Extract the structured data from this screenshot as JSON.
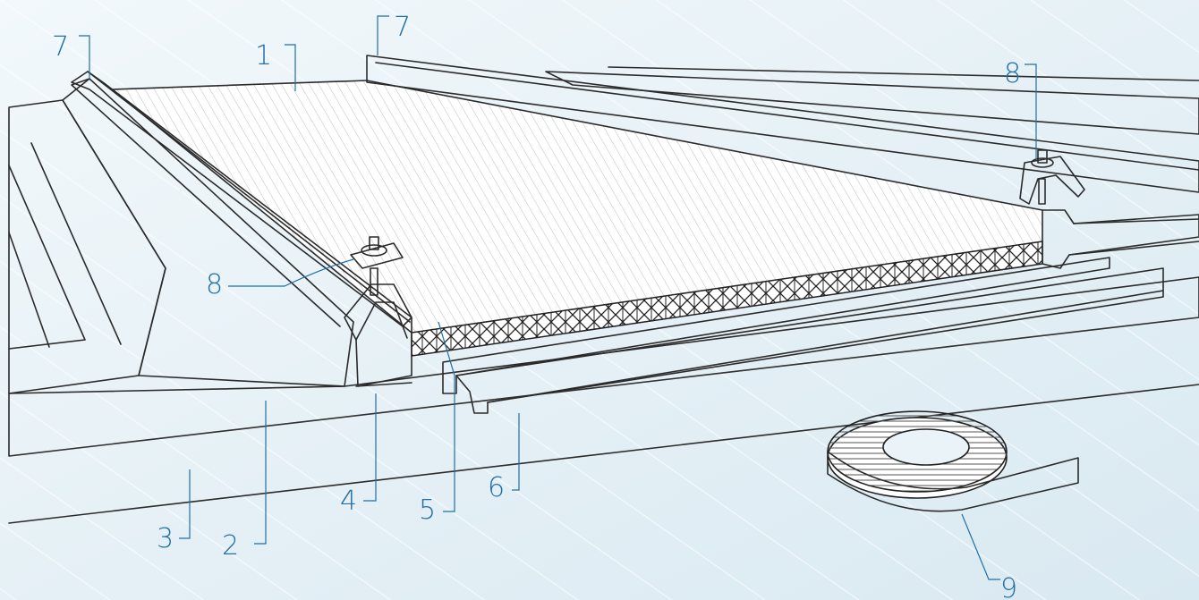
{
  "diagram": {
    "accent_color": "#1f6fa8",
    "background_color": "#eaf3f8",
    "callouts": [
      {
        "id": "c7a",
        "label": "7"
      },
      {
        "id": "c1",
        "label": "1"
      },
      {
        "id": "c7b",
        "label": "7"
      },
      {
        "id": "c8a",
        "label": "8"
      },
      {
        "id": "c8b",
        "label": "8"
      },
      {
        "id": "c4",
        "label": "4"
      },
      {
        "id": "c5",
        "label": "5"
      },
      {
        "id": "c6",
        "label": "6"
      },
      {
        "id": "c3",
        "label": "3"
      },
      {
        "id": "c2",
        "label": "2"
      },
      {
        "id": "c9",
        "label": "9"
      }
    ]
  }
}
